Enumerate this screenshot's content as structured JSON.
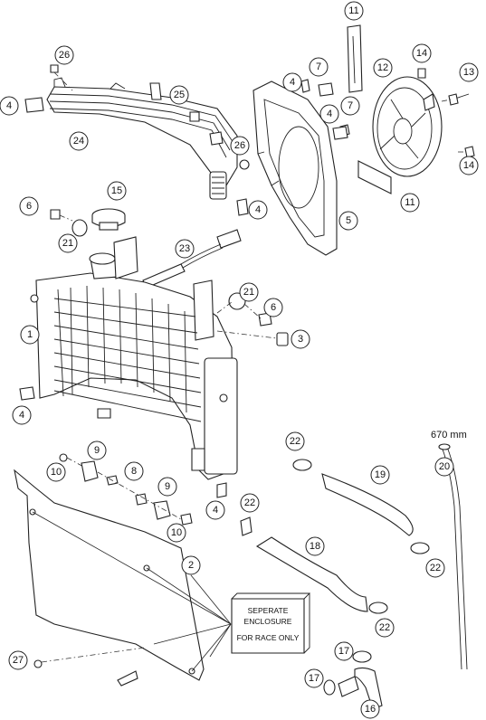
{
  "callouts": [
    {
      "id": "c1",
      "label": "1"
    },
    {
      "id": "c2",
      "label": "2"
    },
    {
      "id": "c3",
      "label": "3"
    },
    {
      "id": "c4a",
      "label": "4"
    },
    {
      "id": "c4b",
      "label": "4"
    },
    {
      "id": "c4c",
      "label": "4"
    },
    {
      "id": "c4d",
      "label": "4"
    },
    {
      "id": "c4e",
      "label": "4"
    },
    {
      "id": "c4f",
      "label": "4"
    },
    {
      "id": "c5",
      "label": "5"
    },
    {
      "id": "c6a",
      "label": "6"
    },
    {
      "id": "c6b",
      "label": "6"
    },
    {
      "id": "c7a",
      "label": "7"
    },
    {
      "id": "c7b",
      "label": "7"
    },
    {
      "id": "c8",
      "label": "8"
    },
    {
      "id": "c9a",
      "label": "9"
    },
    {
      "id": "c9b",
      "label": "9"
    },
    {
      "id": "c10a",
      "label": "10"
    },
    {
      "id": "c10b",
      "label": "10"
    },
    {
      "id": "c11a",
      "label": "11"
    },
    {
      "id": "c11b",
      "label": "11"
    },
    {
      "id": "c12",
      "label": "12"
    },
    {
      "id": "c13",
      "label": "13"
    },
    {
      "id": "c14a",
      "label": "14"
    },
    {
      "id": "c14b",
      "label": "14"
    },
    {
      "id": "c15",
      "label": "15"
    },
    {
      "id": "c16",
      "label": "16"
    },
    {
      "id": "c17a",
      "label": "17"
    },
    {
      "id": "c17b",
      "label": "17"
    },
    {
      "id": "c18",
      "label": "18"
    },
    {
      "id": "c19",
      "label": "19"
    },
    {
      "id": "c20",
      "label": "20"
    },
    {
      "id": "c21a",
      "label": "21"
    },
    {
      "id": "c21b",
      "label": "21"
    },
    {
      "id": "c22a",
      "label": "22"
    },
    {
      "id": "c22b",
      "label": "22"
    },
    {
      "id": "c22c",
      "label": "22"
    },
    {
      "id": "c22d",
      "label": "22"
    },
    {
      "id": "c23",
      "label": "23"
    },
    {
      "id": "c24",
      "label": "24"
    },
    {
      "id": "c25",
      "label": "25"
    },
    {
      "id": "c26a",
      "label": "26"
    },
    {
      "id": "c26b",
      "label": "26"
    },
    {
      "id": "c27",
      "label": "27"
    }
  ],
  "enclosure_note": {
    "line1": "SEPERATE",
    "line2": "ENCLOSURE",
    "line3": "FOR RACE ONLY"
  },
  "hose_length": "670 mm"
}
